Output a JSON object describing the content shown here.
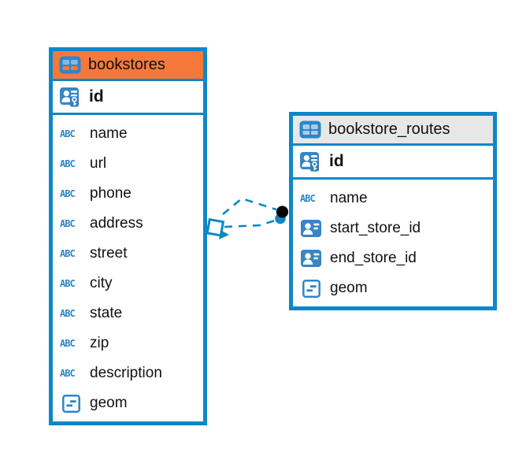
{
  "colors": {
    "border_blue": "#0e87c6",
    "accent_blue": "#2e86c8",
    "icon_blue": "#3786c5",
    "orange_header": "#f5793b",
    "gray_header": "#e7e7e7",
    "text_black": "#111111"
  },
  "icons": {
    "text_glyph": "ABC"
  },
  "tables": [
    {
      "title": "bookstores",
      "primary_key": {
        "label": "id",
        "icon": "primary-key-icon"
      },
      "columns": [
        {
          "label": "name",
          "icon": "text-icon"
        },
        {
          "label": "url",
          "icon": "text-icon"
        },
        {
          "label": "phone",
          "icon": "text-icon"
        },
        {
          "label": "address",
          "icon": "text-icon"
        },
        {
          "label": "street",
          "icon": "text-icon"
        },
        {
          "label": "city",
          "icon": "text-icon"
        },
        {
          "label": "state",
          "icon": "text-icon"
        },
        {
          "label": "zip",
          "icon": "text-icon"
        },
        {
          "label": "description",
          "icon": "text-icon"
        },
        {
          "label": "geom",
          "icon": "geometry-icon"
        }
      ]
    },
    {
      "title": "bookstore_routes",
      "primary_key": {
        "label": "id",
        "icon": "primary-key-icon"
      },
      "columns": [
        {
          "label": "name",
          "icon": "text-icon"
        },
        {
          "label": "start_store_id",
          "icon": "foreign-key-icon"
        },
        {
          "label": "end_store_id",
          "icon": "foreign-key-icon"
        },
        {
          "label": "geom",
          "icon": "geometry-icon"
        }
      ]
    }
  ],
  "relationship": {
    "from_table": "bookstores",
    "to_table": "bookstore_routes",
    "line_style": "dashed"
  }
}
